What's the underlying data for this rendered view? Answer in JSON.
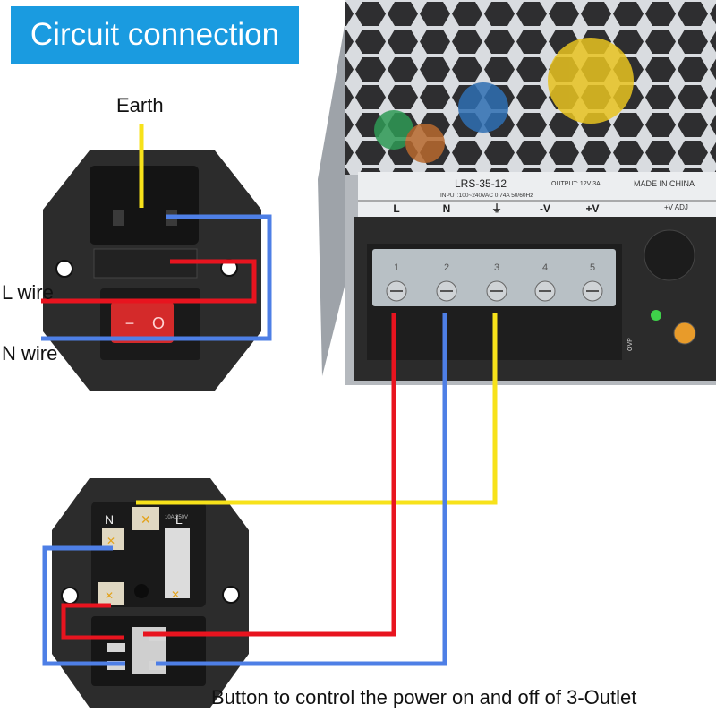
{
  "banner": {
    "title": "Circuit connection"
  },
  "labels": {
    "earth": "Earth",
    "l_wire": "L wire",
    "n_wire": "N wire",
    "caption": "Button to control the power on and off of 3-Outlet"
  },
  "psu": {
    "model": "LRS-35-12",
    "input_spec": "INPUT:100~240VAC  0.74A  50/60Hz",
    "output_spec": "OUTPUT:  12V   3A",
    "made_in": "MADE IN CHINA",
    "terminal_labels": [
      "L",
      "N",
      "⏚",
      "-V",
      "+V"
    ],
    "terminal_numbers": [
      "1",
      "2",
      "3",
      "4",
      "5"
    ],
    "adj_label": "+V ADJ",
    "ovp_label": "OVP"
  },
  "socket_top": {
    "switch_symbols": [
      "−",
      "O"
    ]
  },
  "socket_bottom": {
    "pin_labels": [
      "N",
      "L"
    ],
    "rating": "10A 250V"
  },
  "colors": {
    "banner": "#1a9be0",
    "live_wire": "#e8141f",
    "neutral_wire": "#4e7fe6",
    "earth_wire": "#f7e21a",
    "switch": "#d42a2a",
    "housing": "#2c2c2c",
    "psu_case": "#a8adb3"
  }
}
